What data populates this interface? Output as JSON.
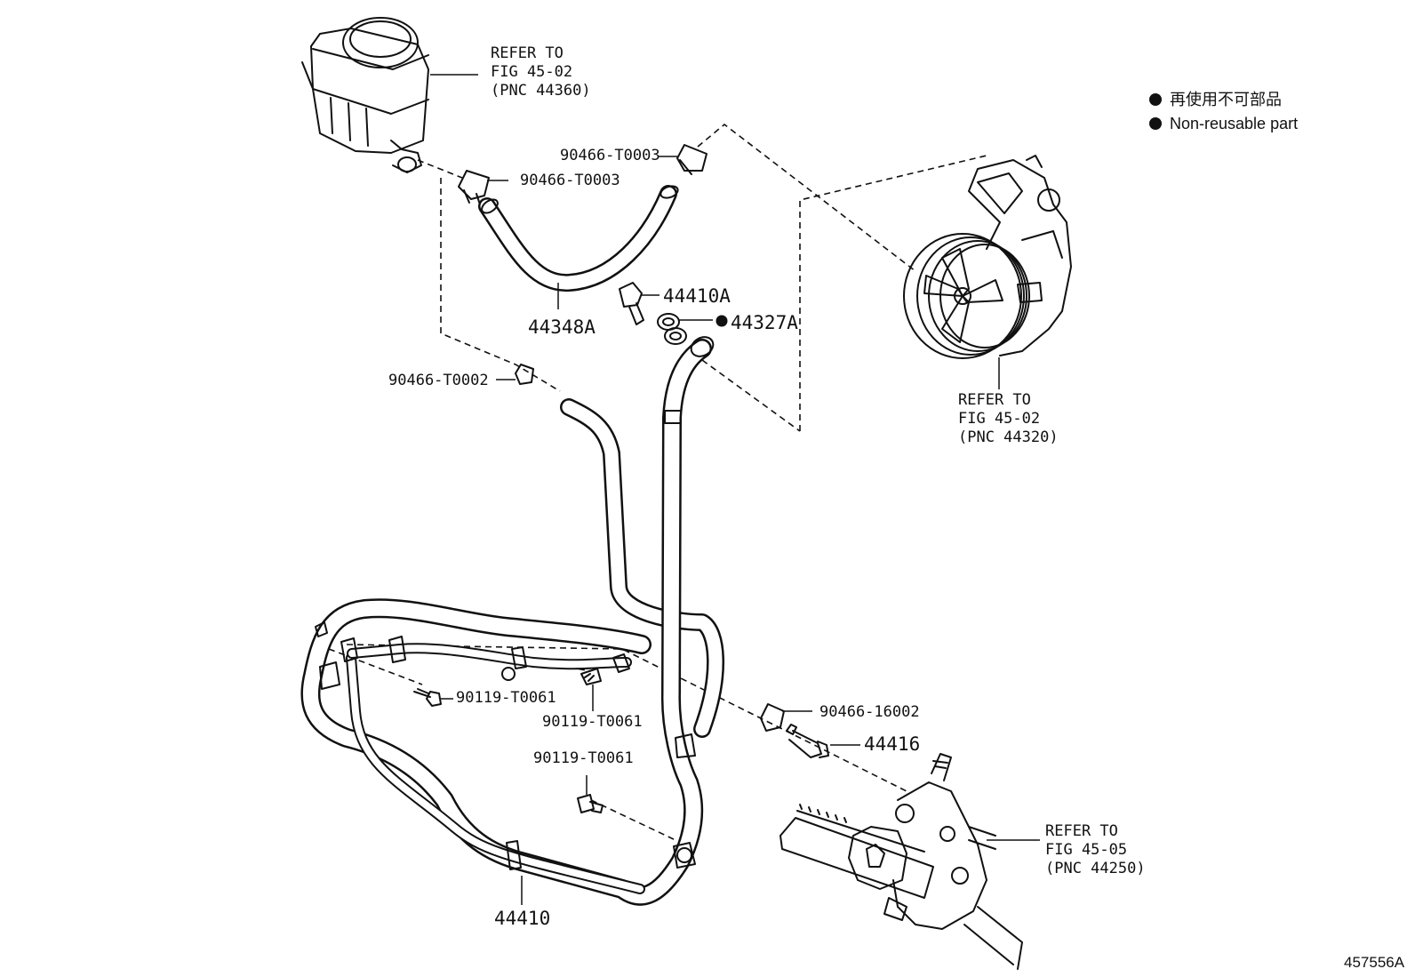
{
  "refs": {
    "reservoir": [
      "REFER TO",
      "FIG 45-02",
      "(PNC 44360)"
    ],
    "pump": [
      "REFER TO",
      "FIG 45-02",
      "(PNC 44320)"
    ],
    "gear": [
      "REFER TO",
      "FIG 45-05",
      "(PNC 44250)"
    ]
  },
  "legend": {
    "line_jp": "再使用不可部品",
    "line_en": "Non-reusable part"
  },
  "parts": {
    "clamp_top_right": "90466-T0003",
    "clamp_top_left": "90466-T0003",
    "return_hose_upper": "44348A",
    "union_bolt": "44410A",
    "gasket": "44327A",
    "clamp_mid": "90466-T0002",
    "bolt_a": "90119-T0061",
    "bolt_b": "90119-T0061",
    "bolt_c": "90119-T0061",
    "clamp_lower": "90466-16002",
    "union": "44416",
    "pressure_tube": "44410"
  },
  "illustration_id": "457556A"
}
